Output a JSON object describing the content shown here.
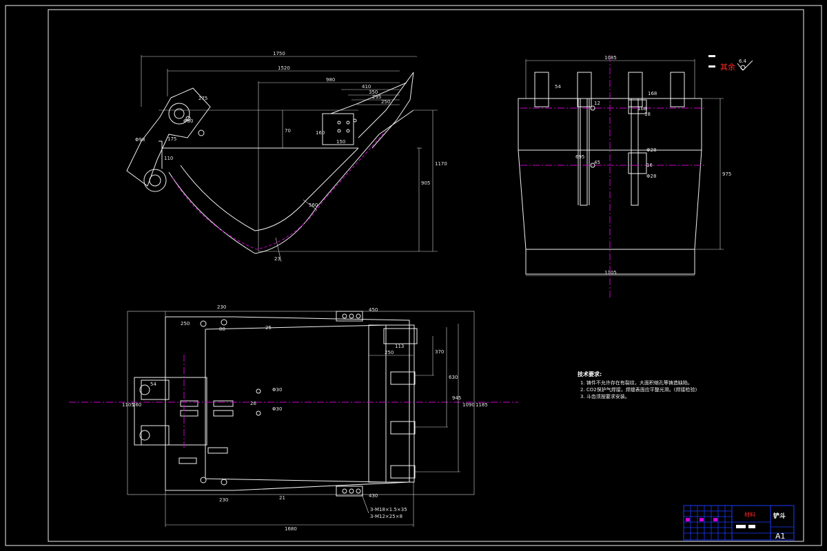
{
  "drawing": {
    "side_view": {
      "dims": [
        "1750",
        "1520",
        "980",
        "410",
        "350",
        "295",
        "250",
        "275",
        "175",
        "150",
        "110",
        "160",
        "70",
        "1170",
        "905",
        "560",
        "23",
        "Φ80",
        "Φ98"
      ]
    },
    "front_view": {
      "dims": [
        "1085",
        "54",
        "1105",
        "975",
        "695",
        "168",
        "108",
        "12",
        "18",
        "Φ28",
        "16",
        "Φ28",
        "45"
      ],
      "surface_mark": {
        "roughness": "6.4",
        "label": "其余"
      }
    },
    "plan_view": {
      "dims": [
        "230",
        "450",
        "250",
        "113",
        "250",
        "370",
        "630",
        "945",
        "1090",
        "1185",
        "1105",
        "260",
        "1680",
        "230",
        "430",
        "25",
        "Φ30",
        "Φ30",
        "21",
        "26",
        "54",
        "80"
      ],
      "callouts": [
        "3-M18×1.5×35",
        "3-M12×25×8"
      ]
    }
  },
  "tech_requirements": {
    "title": "技术要求:",
    "items": [
      "1. 铸件不允许存在有裂纹，大面积缩孔等铸造缺陷。",
      "2. CO2保护气焊接，焊缝表面应平整光滑。(焊接检验)",
      "3. 斗齿须按要求安装。"
    ]
  },
  "title_block": {
    "part_name": "铲斗",
    "material": "材料",
    "sheet_size": "A1"
  },
  "colors": {
    "line": "#f2f2f2",
    "centerline": "#d200d2",
    "title_block": "#1a3cff",
    "accent_red": "#ff2a2a",
    "background": "#000000"
  }
}
